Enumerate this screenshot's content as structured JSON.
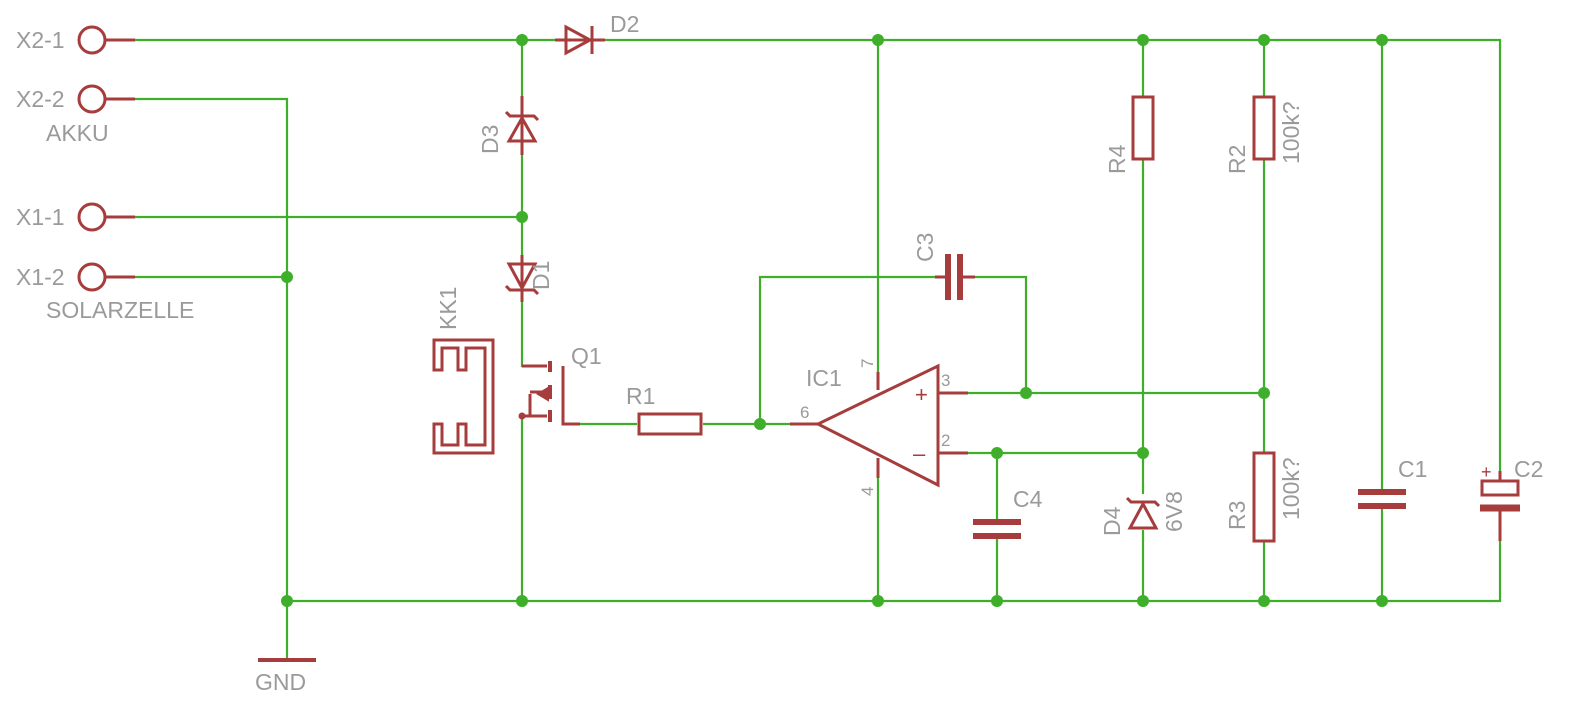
{
  "connectors": {
    "x2_1": "X2-1",
    "x2_2": "X2-2",
    "akku": "AKKU",
    "x1_1": "X1-1",
    "x1_2": "X1-2",
    "solarzelle": "SOLARZELLE"
  },
  "components": {
    "d1": "D1",
    "d2": "D2",
    "d3": "D3",
    "d4": "D4",
    "d4_value": "6V8",
    "q1": "Q1",
    "kk1": "KK1",
    "r1": "R1",
    "r2": "R2",
    "r2_value": "100k?",
    "r3": "R3",
    "r3_value": "100k?",
    "r4": "R4",
    "c1": "C1",
    "c2": "C2",
    "c3": "C3",
    "c4": "C4",
    "ic1": "IC1",
    "gnd": "GND"
  },
  "ic1_pins": {
    "pin7": "7",
    "pin6": "6",
    "pin3": "3",
    "pin2": "2",
    "pin4": "4",
    "plus": "+",
    "minus": "–"
  },
  "c2_polarity": "+",
  "colors": {
    "wire": "#3fae2a",
    "component": "#a63c3c",
    "label": "#9a9a9a",
    "background": "#ffffff"
  }
}
